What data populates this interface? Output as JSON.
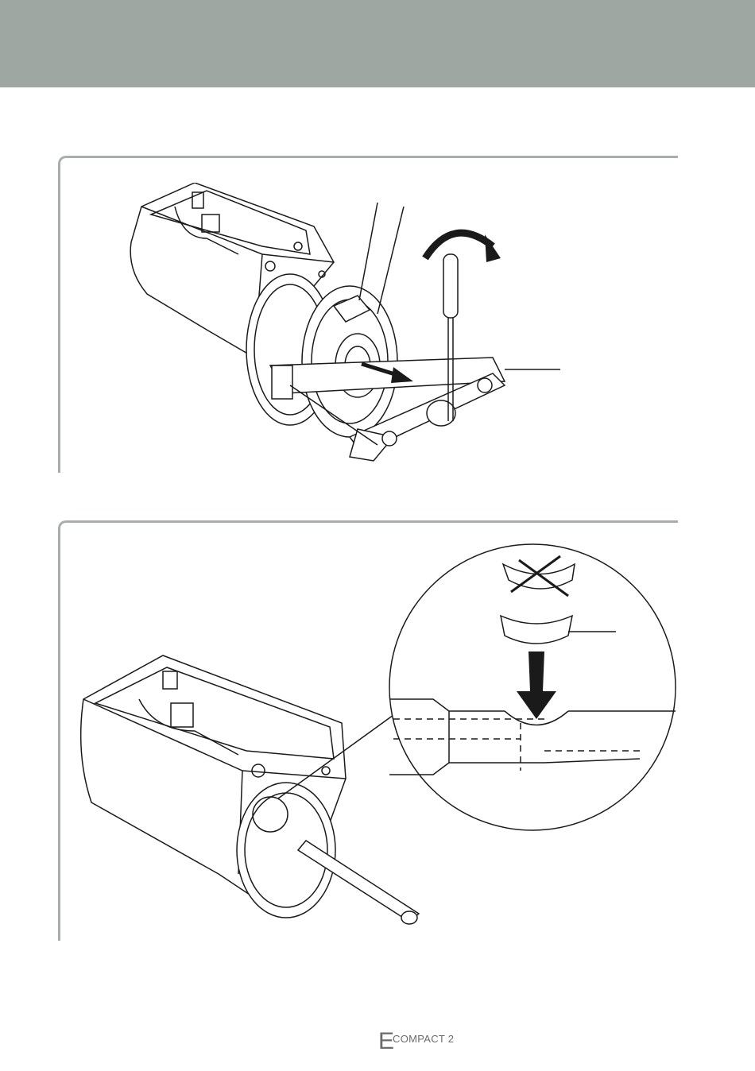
{
  "header": {
    "background_color": "#9ea7a2"
  },
  "panels": [
    {
      "figure": "valve-actuator-with-puller-tool",
      "icons": [
        "actuator-housing-icon",
        "puller-tool-icon",
        "rotation-arrow-icon",
        "pull-direction-arrow-icon",
        "t-handle-icon"
      ]
    },
    {
      "figure": "valve-actuator-with-key-insertion-detail",
      "icons": [
        "actuator-housing-icon",
        "shaft-icon",
        "detail-magnifier-icon",
        "wrong-key-crossed-icon",
        "correct-key-icon",
        "insert-arrow-icon"
      ]
    }
  ],
  "footer": {
    "brand_prefix": "E",
    "brand_name": "COMPACT 2"
  },
  "colors": {
    "frame": "#a8aeab",
    "line": "#1a1a1a",
    "brand": "#6b6b6b"
  }
}
